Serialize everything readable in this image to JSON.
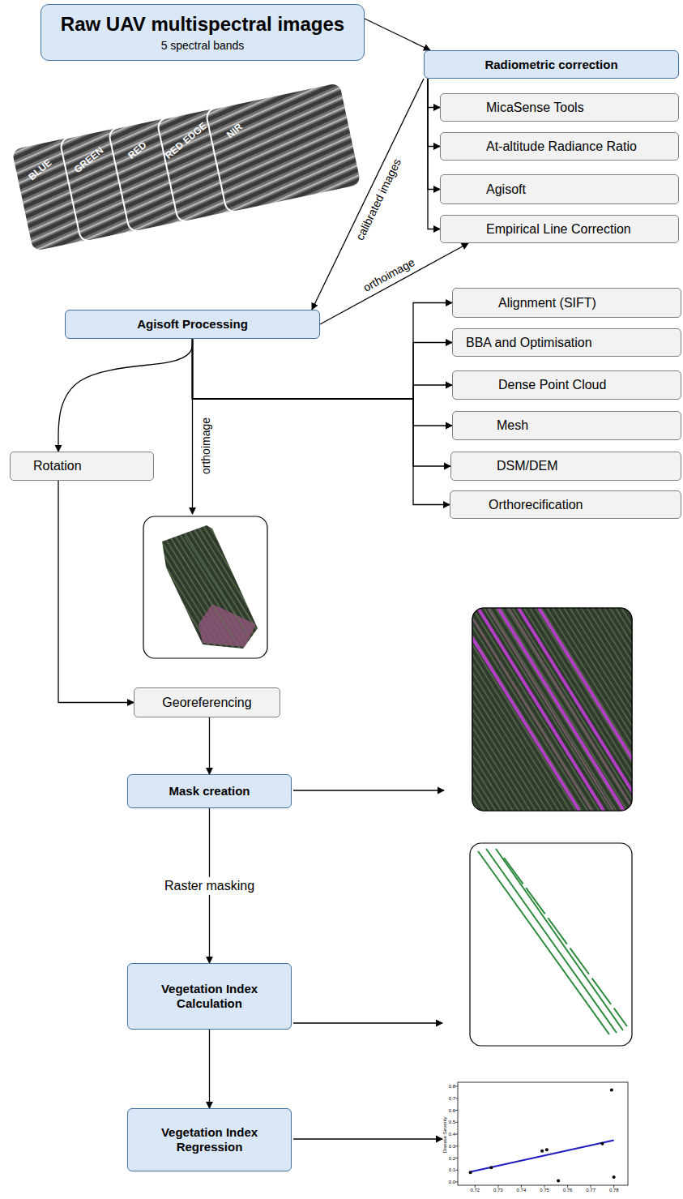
{
  "diagram": {
    "nodes": [
      {
        "text": [
          "Raw UAV multispectral images",
          "5 spectral bands"
        ]
      },
      {
        "text": [
          "Radiometric correction"
        ]
      },
      {
        "text": [
          "MicaSense Tools"
        ]
      },
      {
        "text": [
          "At-altitude Radiance Ratio"
        ]
      },
      {
        "text": [
          "Agisoft"
        ]
      },
      {
        "text": [
          "Empirical Line Correction"
        ]
      },
      {
        "text": [
          "Agisoft Processing"
        ]
      },
      {
        "text": [
          "Alignment (SIFT)"
        ]
      },
      {
        "text": [
          "BBA and Optimisation"
        ]
      },
      {
        "text": [
          "Dense Point Cloud"
        ]
      },
      {
        "text": [
          "Mesh"
        ]
      },
      {
        "text": [
          "DSM/DEM"
        ]
      },
      {
        "text": [
          "Orthorecification"
        ]
      },
      {
        "text": [
          "Rotation"
        ]
      },
      {
        "text": [
          "Georeferencing"
        ]
      },
      {
        "text": [
          "Mask creation"
        ]
      },
      {
        "text": [
          "Vegetation Index Calculation"
        ]
      },
      {
        "text": [
          "Vegetation Index Regression"
        ]
      }
    ],
    "edges": [
      {
        "from": 0,
        "to": 1,
        "arrow": "to"
      },
      {
        "from": 1,
        "to": 6,
        "label": "calibrated images",
        "arrow": "to"
      },
      {
        "from": 1,
        "to": 2,
        "arrow": "to"
      },
      {
        "from": 1,
        "to": 3,
        "arrow": "to"
      },
      {
        "from": 1,
        "to": 4,
        "arrow": "to"
      },
      {
        "from": 1,
        "to": 5,
        "arrow": "to"
      },
      {
        "from": 6,
        "to": 5,
        "label": "orthoimage",
        "arrow": "to"
      },
      {
        "from": 6,
        "to": 7,
        "arrow": "to"
      },
      {
        "from": 6,
        "to": 8,
        "arrow": "to"
      },
      {
        "from": 6,
        "to": 9,
        "arrow": "to"
      },
      {
        "from": 6,
        "to": 10,
        "arrow": "to"
      },
      {
        "from": 6,
        "to": 11,
        "arrow": "to"
      },
      {
        "from": 6,
        "to": 12,
        "arrow": "to"
      },
      {
        "from": 6,
        "to": 13,
        "arrow": "to"
      },
      {
        "from": 13,
        "to": 14,
        "arrow": "to"
      },
      {
        "from": 14,
        "to": 15,
        "arrow": "to"
      },
      {
        "from": 15,
        "to": 16,
        "label": "Raster masking",
        "arrow": "to"
      },
      {
        "from": 16,
        "to": 17,
        "arrow": "to"
      }
    ],
    "labels": [
      "BLUE",
      "GREEN",
      "RED",
      "RED EDGE",
      "NIR",
      "orthoimage",
      "0.8",
      "0.7",
      "0.6",
      "0.5",
      "0.4",
      "0.3",
      "0.2",
      "0.1",
      "0.0",
      "Disease Severity",
      "0.72",
      "0.73",
      "0.74",
      "0.75",
      "0.76",
      "0.77",
      "0.78"
    ]
  }
}
